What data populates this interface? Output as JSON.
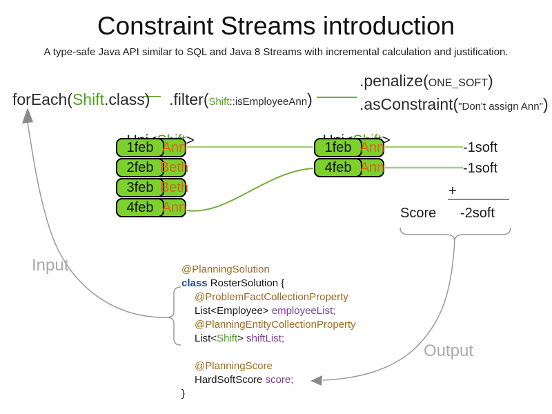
{
  "title": "Constraint Streams introduction",
  "subtitle": "A type-safe Java API similar to SQL and Java 8 Streams with incremental calculation and justification.",
  "expression": {
    "foreach": {
      "prefix": "forEach(",
      "type": "Shift",
      "suffix": ".class)"
    },
    "filter": {
      "prefix": ".filter(",
      "type": "Shift",
      "rest": "::isEmployeeAnn",
      "suffix": ")"
    },
    "penalize": {
      "prefix": ".penalize(",
      "arg": "ONE_SOFT",
      "suffix": ")"
    },
    "as_constraint": {
      "prefix": ".asConstraint(",
      "arg": "\"Don't assign Ann\"",
      "suffix": ")"
    }
  },
  "streams": {
    "left": {
      "label_prefix": "Uni<",
      "label_type": "Shift",
      "label_suffix": ">",
      "rows": [
        {
          "date": "1feb",
          "employee": "Ann"
        },
        {
          "date": "2feb",
          "employee": "Beth"
        },
        {
          "date": "3feb",
          "employee": "Beth"
        },
        {
          "date": "4feb",
          "employee": "Ann"
        }
      ]
    },
    "right": {
      "label_prefix": "Uni<",
      "label_type": "Shift",
      "label_suffix": ">",
      "rows": [
        {
          "date": "1feb",
          "employee": "Ann"
        },
        {
          "date": "4feb",
          "employee": "Ann"
        }
      ]
    }
  },
  "scores": {
    "matches": [
      "-1soft",
      "-1soft"
    ],
    "plus_sign": "+",
    "score_label": "Score",
    "total": "-2soft"
  },
  "flow_labels": {
    "input": "Input",
    "output": "Output"
  },
  "code": {
    "lines": [
      {
        "indent": 0,
        "tokens": [
          {
            "t": "@PlanningSolution",
            "c": "annotation"
          }
        ]
      },
      {
        "indent": 0,
        "tokens": [
          {
            "t": "class",
            "c": "keyword"
          },
          {
            "t": " RosterSolution {",
            "c": "plain"
          }
        ]
      },
      {
        "indent": 1,
        "tokens": [
          {
            "t": "@ProblemFactCollectionProperty",
            "c": "annotation"
          }
        ]
      },
      {
        "indent": 1,
        "tokens": [
          {
            "t": "List<Employee> ",
            "c": "plain"
          },
          {
            "t": "employeeList;",
            "c": "field"
          }
        ]
      },
      {
        "indent": 1,
        "tokens": [
          {
            "t": "@PlanningEntityCollectionProperty",
            "c": "annotation"
          }
        ]
      },
      {
        "indent": 1,
        "tokens": [
          {
            "t": "List<",
            "c": "plain"
          },
          {
            "t": "Shift",
            "c": "type"
          },
          {
            "t": "> ",
            "c": "plain"
          },
          {
            "t": "shiftList;",
            "c": "field"
          }
        ]
      },
      {
        "indent": 0,
        "tokens": []
      },
      {
        "indent": 1,
        "tokens": [
          {
            "t": "@PlanningScore",
            "c": "annotation"
          }
        ]
      },
      {
        "indent": 1,
        "tokens": [
          {
            "t": "HardSoftScore ",
            "c": "plain"
          },
          {
            "t": "score;",
            "c": "field"
          }
        ]
      },
      {
        "indent": 0,
        "tokens": [
          {
            "t": "}",
            "c": "plain"
          }
        ]
      }
    ]
  },
  "colors": {
    "box_green": "#7cd12d",
    "line_green": "#a5ce7b",
    "line_green_dark": "#76ab40",
    "green_text": "#4f9e1f",
    "orange": "#d2691e",
    "annotation": "#9e6a1a",
    "keyword": "#1d4f9e",
    "field": "#7a3e98",
    "gray_arrow": "#999999",
    "gray_label": "#aaaaaa"
  }
}
